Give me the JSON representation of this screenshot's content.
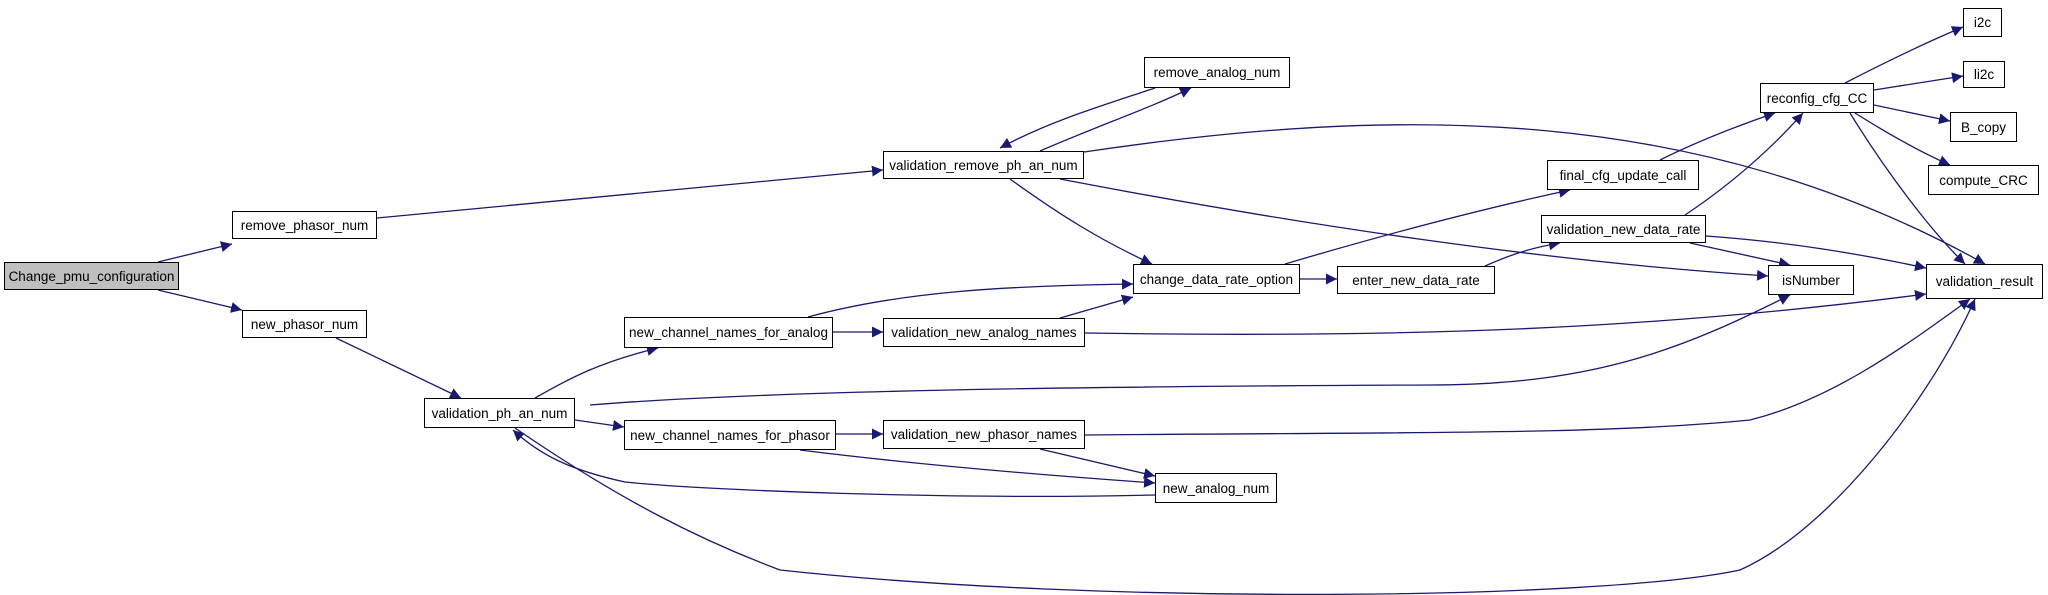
{
  "colors": {
    "edge": "#191970",
    "node_border": "#000000",
    "root_fill": "#bfbfbf",
    "node_fill": "#ffffff"
  },
  "nodes": [
    {
      "id": "Change_pmu_configuration",
      "label": "Change_pmu_configuration",
      "root": true
    },
    {
      "id": "remove_phasor_num",
      "label": "remove_phasor_num"
    },
    {
      "id": "new_phasor_num",
      "label": "new_phasor_num"
    },
    {
      "id": "validation_ph_an_num",
      "label": "validation_ph_an_num"
    },
    {
      "id": "validation_remove_ph_an_num",
      "label": "validation_remove_ph_an_num"
    },
    {
      "id": "remove_analog_num",
      "label": "remove_analog_num"
    },
    {
      "id": "new_channel_names_for_analog",
      "label": "new_channel_names_for_analog"
    },
    {
      "id": "new_channel_names_for_phasor",
      "label": "new_channel_names_for_phasor"
    },
    {
      "id": "validation_new_analog_names",
      "label": "validation_new_analog_names"
    },
    {
      "id": "validation_new_phasor_names",
      "label": "validation_new_phasor_names"
    },
    {
      "id": "change_data_rate_option",
      "label": "change_data_rate_option"
    },
    {
      "id": "new_analog_num",
      "label": "new_analog_num"
    },
    {
      "id": "enter_new_data_rate",
      "label": "enter_new_data_rate"
    },
    {
      "id": "final_cfg_update_call",
      "label": "final_cfg_update_call"
    },
    {
      "id": "validation_new_data_rate",
      "label": "validation_new_data_rate"
    },
    {
      "id": "reconfig_cfg_CC",
      "label": "reconfig_cfg_CC"
    },
    {
      "id": "isNumber",
      "label": "isNumber"
    },
    {
      "id": "i2c",
      "label": "i2c"
    },
    {
      "id": "li2c",
      "label": "li2c"
    },
    {
      "id": "B_copy",
      "label": "B_copy"
    },
    {
      "id": "compute_CRC",
      "label": "compute_CRC"
    },
    {
      "id": "validation_result",
      "label": "validation_result"
    }
  ],
  "edges": [
    {
      "from": "Change_pmu_configuration",
      "to": "remove_phasor_num"
    },
    {
      "from": "Change_pmu_configuration",
      "to": "new_phasor_num"
    },
    {
      "from": "remove_phasor_num",
      "to": "validation_remove_ph_an_num"
    },
    {
      "from": "new_phasor_num",
      "to": "validation_ph_an_num"
    },
    {
      "from": "validation_remove_ph_an_num",
      "to": "remove_analog_num"
    },
    {
      "from": "remove_analog_num",
      "to": "validation_remove_ph_an_num"
    },
    {
      "from": "validation_remove_ph_an_num",
      "to": "change_data_rate_option"
    },
    {
      "from": "validation_remove_ph_an_num",
      "to": "isNumber"
    },
    {
      "from": "validation_remove_ph_an_num",
      "to": "validation_result"
    },
    {
      "from": "validation_ph_an_num",
      "to": "new_channel_names_for_analog"
    },
    {
      "from": "validation_ph_an_num",
      "to": "new_channel_names_for_phasor"
    },
    {
      "from": "validation_ph_an_num",
      "to": "isNumber"
    },
    {
      "from": "validation_ph_an_num",
      "to": "validation_result"
    },
    {
      "from": "new_channel_names_for_analog",
      "to": "validation_new_analog_names"
    },
    {
      "from": "new_channel_names_for_analog",
      "to": "change_data_rate_option"
    },
    {
      "from": "validation_new_analog_names",
      "to": "change_data_rate_option"
    },
    {
      "from": "validation_new_analog_names",
      "to": "validation_result"
    },
    {
      "from": "new_channel_names_for_phasor",
      "to": "validation_new_phasor_names"
    },
    {
      "from": "new_channel_names_for_phasor",
      "to": "new_analog_num"
    },
    {
      "from": "validation_new_phasor_names",
      "to": "new_analog_num"
    },
    {
      "from": "validation_new_phasor_names",
      "to": "validation_result"
    },
    {
      "from": "new_analog_num",
      "to": "validation_ph_an_num"
    },
    {
      "from": "change_data_rate_option",
      "to": "enter_new_data_rate"
    },
    {
      "from": "change_data_rate_option",
      "to": "final_cfg_update_call"
    },
    {
      "from": "enter_new_data_rate",
      "to": "validation_new_data_rate"
    },
    {
      "from": "final_cfg_update_call",
      "to": "reconfig_cfg_CC"
    },
    {
      "from": "validation_new_data_rate",
      "to": "reconfig_cfg_CC"
    },
    {
      "from": "validation_new_data_rate",
      "to": "isNumber"
    },
    {
      "from": "validation_new_data_rate",
      "to": "validation_result"
    },
    {
      "from": "reconfig_cfg_CC",
      "to": "i2c"
    },
    {
      "from": "reconfig_cfg_CC",
      "to": "li2c"
    },
    {
      "from": "reconfig_cfg_CC",
      "to": "B_copy"
    },
    {
      "from": "reconfig_cfg_CC",
      "to": "compute_CRC"
    },
    {
      "from": "reconfig_cfg_CC",
      "to": "validation_result"
    }
  ]
}
